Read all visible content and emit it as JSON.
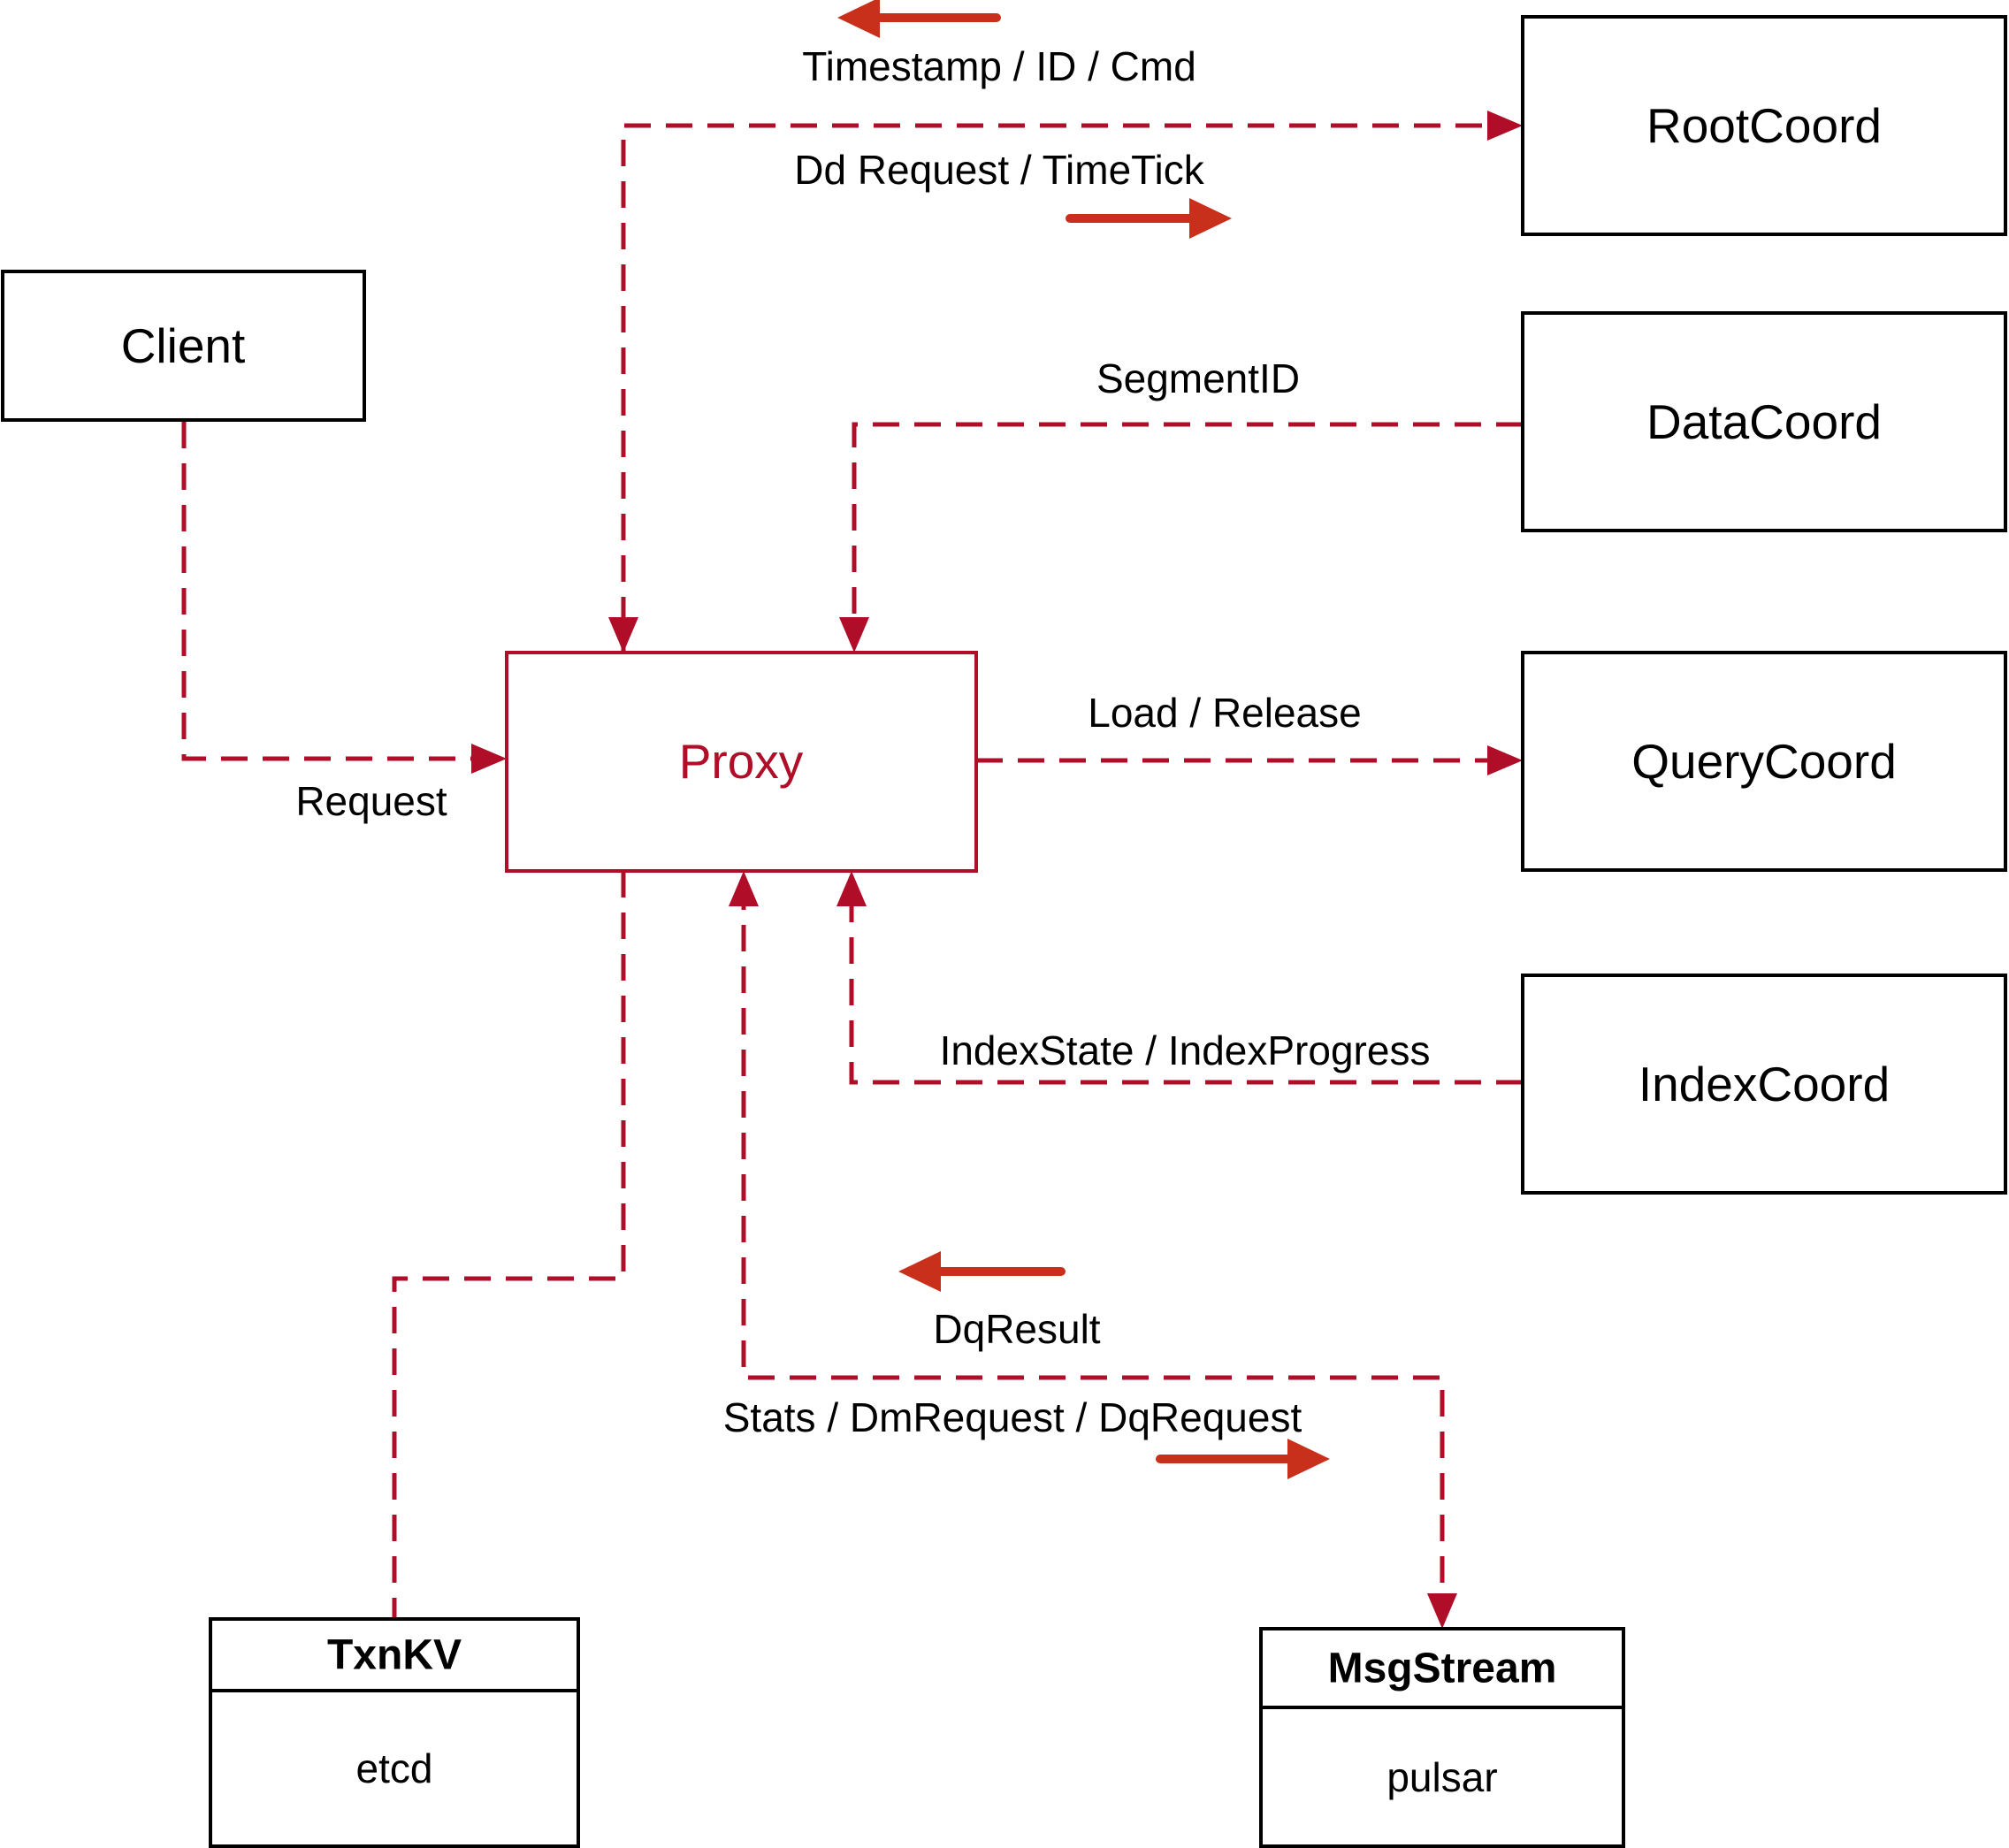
{
  "colors": {
    "background": "#ffffff",
    "node_border": "#000000",
    "node_fill": "#ffffff",
    "text": "#000000",
    "accent_crimson": "#b00d28",
    "accent_arrow": "#c9301c"
  },
  "nodes": {
    "client": {
      "label": "Client"
    },
    "proxy": {
      "label": "Proxy"
    },
    "root_coord": {
      "label": "RootCoord"
    },
    "data_coord": {
      "label": "DataCoord"
    },
    "query_coord": {
      "label": "QueryCoord"
    },
    "index_coord": {
      "label": "IndexCoord"
    },
    "txn_kv": {
      "title": "TxnKV",
      "implementation": "etcd"
    },
    "msg_stream": {
      "title": "MsgStream",
      "implementation": "pulsar"
    }
  },
  "edges": {
    "timestamp_id_cmd": {
      "label": "Timestamp / ID / Cmd"
    },
    "dd_request_timetick": {
      "label": "Dd Request / TimeTick"
    },
    "segment_id": {
      "label": "SegmentID"
    },
    "load_release": {
      "label": "Load / Release"
    },
    "request": {
      "label": "Request"
    },
    "index_state_progress": {
      "label": "IndexState / IndexProgress"
    },
    "dq_result": {
      "label": "DqResult"
    },
    "stats_dm_dq": {
      "label": "Stats / DmRequest / DqRequest"
    }
  }
}
